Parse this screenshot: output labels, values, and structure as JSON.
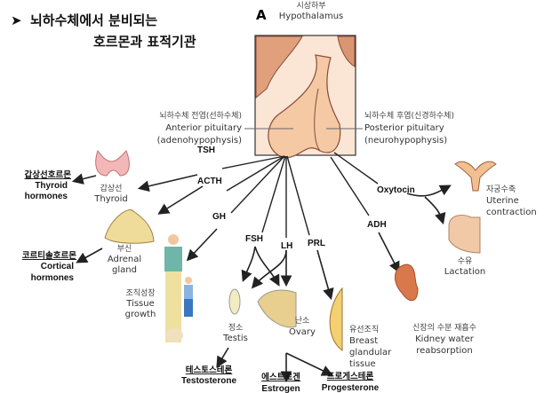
{
  "title": {
    "bullet": "➤",
    "line1": "뇌하수체에서 분비되는",
    "line2": "호르몬과 표적기관"
  },
  "panel_label": "A",
  "hypothalamus": {
    "ko": "시상하부",
    "en": "Hypothalamus"
  },
  "anterior": {
    "ko": "뇌하수체 전엽(선하수체)",
    "en1": "Anterior pituitary",
    "en2": "(adenohypophysis)"
  },
  "posterior": {
    "ko": "뇌하수체 후엽(신경하수체)",
    "en1": "Posterior pituitary",
    "en2": "(neurohypophysis)"
  },
  "hormones": {
    "tsh": "TSH",
    "acth": "ACTH",
    "gh": "GH",
    "fsh": "FSH",
    "lh": "LH",
    "prl": "PRL",
    "adh": "ADH",
    "oxytocin": "Oxytocin"
  },
  "targets": {
    "thyroid": {
      "ko": "갑상선",
      "en": "Thyroid"
    },
    "adrenal": {
      "ko": "부신",
      "en1": "Adrenal",
      "en2": "gland"
    },
    "tissue": {
      "ko": "조직성장",
      "en1": "Tissue",
      "en2": "growth"
    },
    "testis": {
      "ko": "정소",
      "en": "Testis"
    },
    "ovary": {
      "ko": "난소",
      "en": "Ovary"
    },
    "breast": {
      "ko": "유선조직",
      "en1": "Breast",
      "en2": "glandular",
      "en3": "tissue"
    },
    "kidney": {
      "ko": "신장의 수분 재흡수",
      "en1": "Kidney water",
      "en2": "reabsorption"
    },
    "uterus": {
      "ko": "자궁수축",
      "en1": "Uterine",
      "en2": "contraction"
    },
    "lactation": {
      "ko": "수유",
      "en": "Lactation"
    }
  },
  "products": {
    "thyroid_h": {
      "ko": "갑상선호르몬",
      "en1": "Thyroid",
      "en2": "hormones"
    },
    "cortical": {
      "ko": "코르티솔호르몬",
      "en1": "Cortical",
      "en2": "hormones"
    },
    "testosterone": {
      "ko": "테스토스테론",
      "en": "Testosterone"
    },
    "estrogen": {
      "ko": "에스트로겐",
      "en": "Estrogen"
    },
    "progesterone": {
      "ko": "프로게스테론",
      "en": "Progesterone"
    }
  }
}
